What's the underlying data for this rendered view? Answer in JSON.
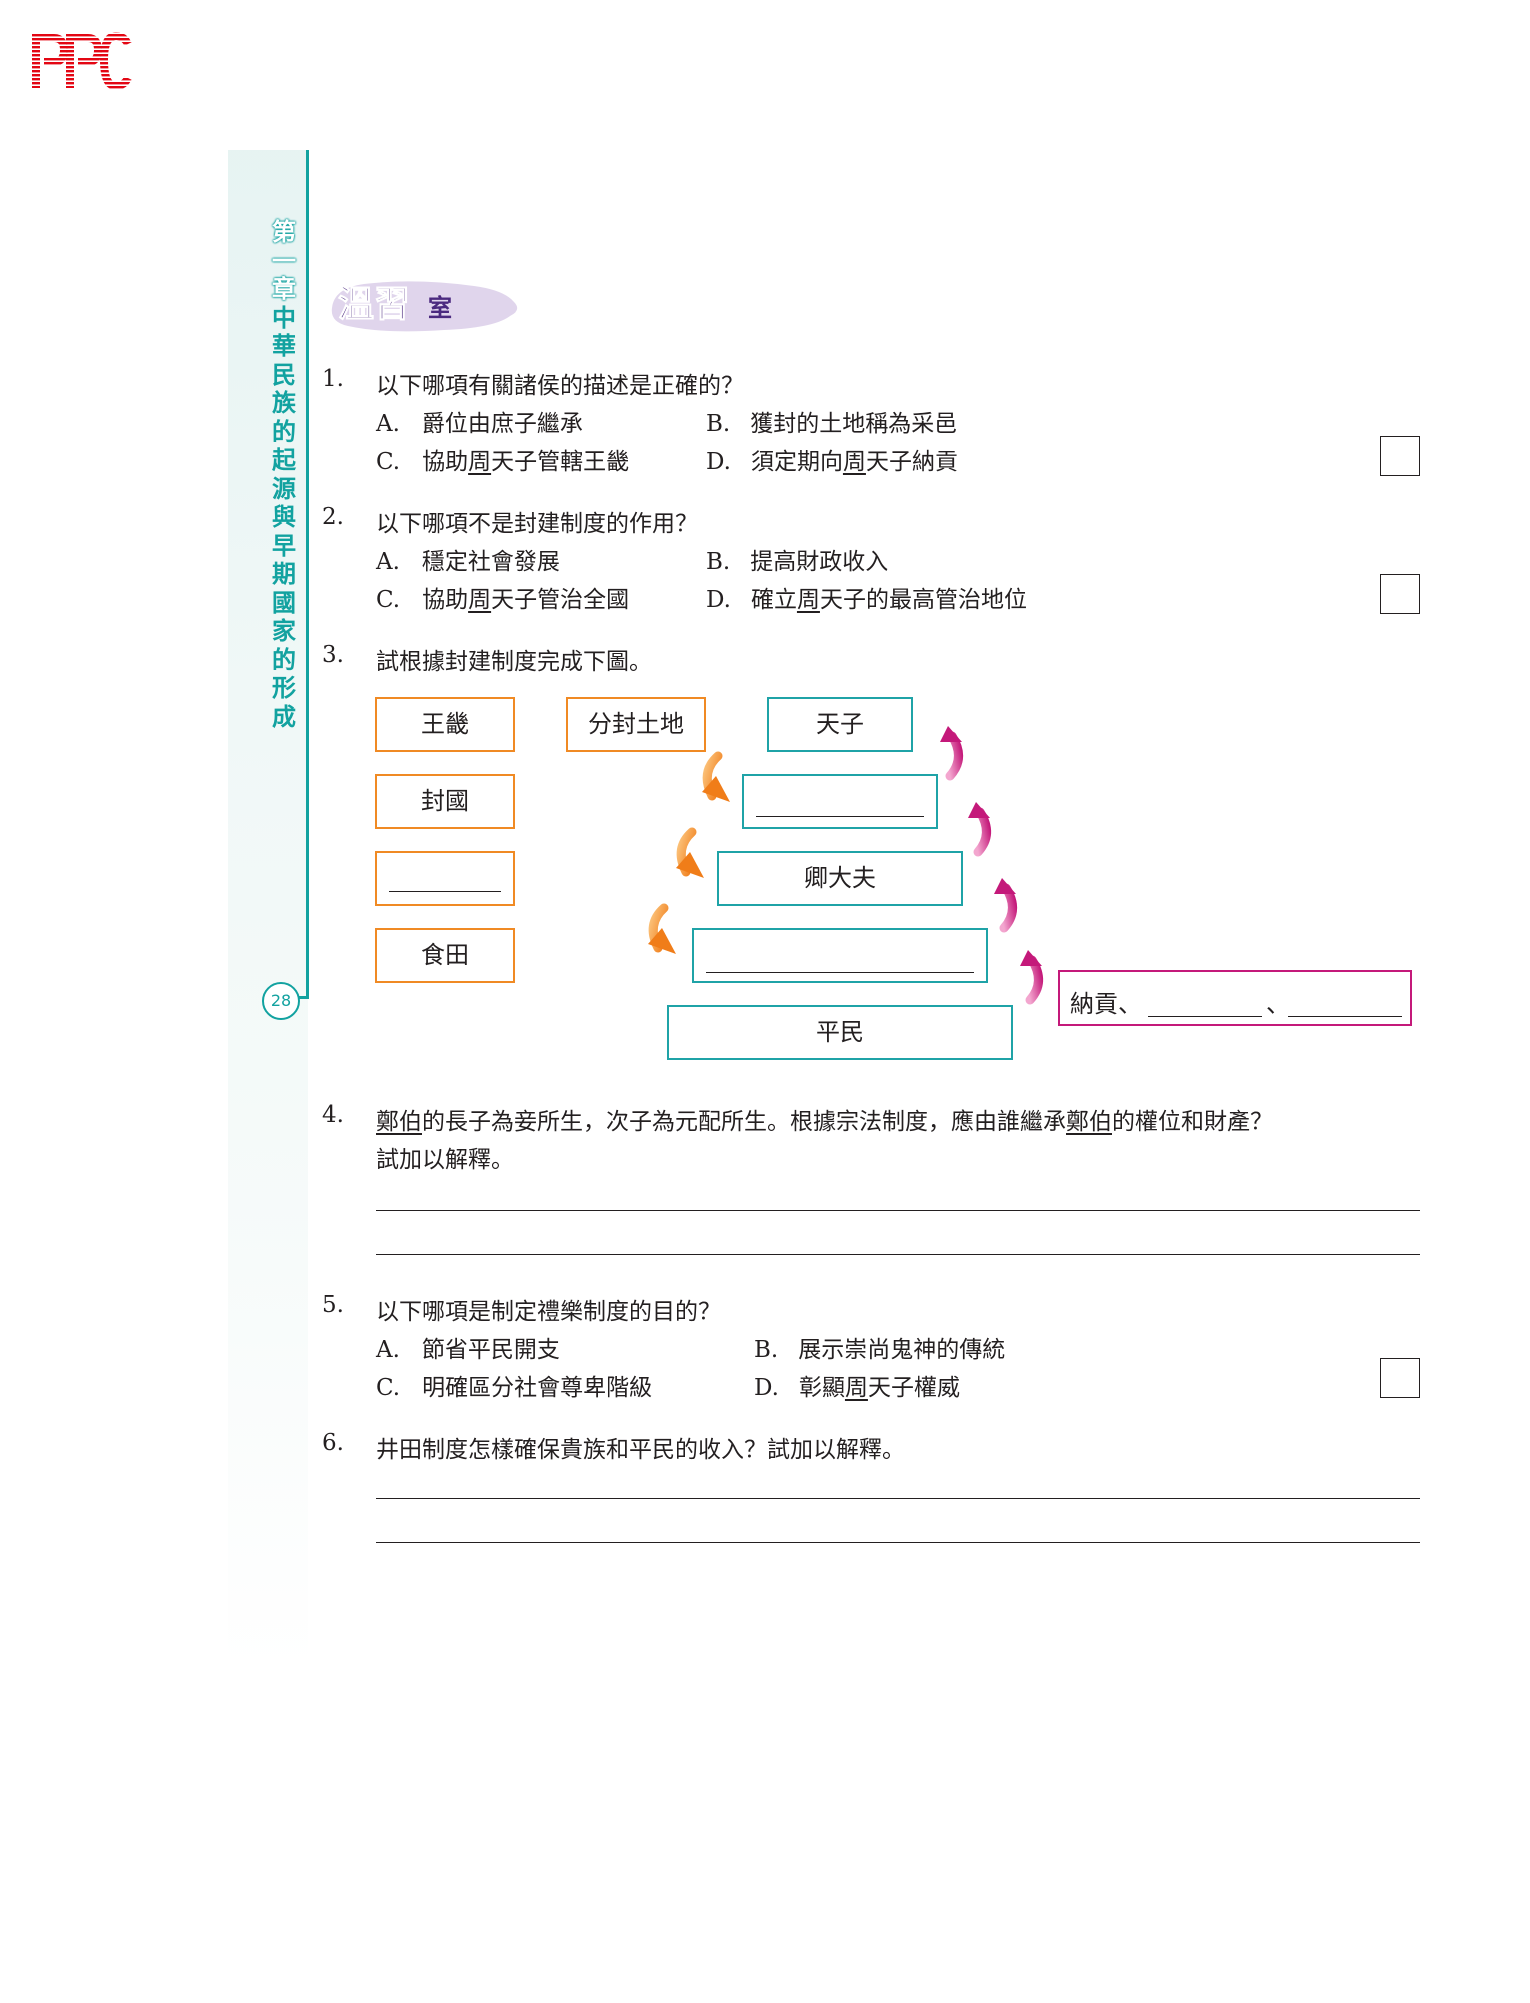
{
  "logo": {
    "text": "PPC",
    "color": "#e30613"
  },
  "sidebar": {
    "chapter_number": "第一章",
    "chapter_title": "中華民族的起源與早期國家的形成",
    "page_number": "28",
    "accent_color": "#12a2a0"
  },
  "section": {
    "title_big": "溫習",
    "title_small": "室",
    "color": "#4b2a7f"
  },
  "q1": {
    "num": "1.",
    "text": "以下哪項有關諸侯的描述是正確的？",
    "options": [
      {
        "label": "A.",
        "text": "爵位由庶子繼承"
      },
      {
        "label": "B.",
        "text": "獲封的土地稱為采邑"
      },
      {
        "label": "C.",
        "pre": "協助",
        "u": "周",
        "post": "天子管轄王畿"
      },
      {
        "label": "D.",
        "pre": "須定期向",
        "u": "周",
        "post": "天子納貢"
      }
    ]
  },
  "q2": {
    "num": "2.",
    "text": "以下哪項不是封建制度的作用？",
    "options": [
      {
        "label": "A.",
        "text": "穩定社會發展"
      },
      {
        "label": "B.",
        "text": "提高財政收入"
      },
      {
        "label": "C.",
        "pre": "協助",
        "u": "周",
        "post": "天子管治全國"
      },
      {
        "label": "D.",
        "pre": "確立",
        "u": "周",
        "post": "天子的最高管治地位"
      }
    ]
  },
  "q3": {
    "num": "3.",
    "text": "試根據封建制度完成下圖。",
    "land_boxes": [
      "王畿",
      "封國",
      "",
      "食田"
    ],
    "center_box": "分封土地",
    "hierarchy": [
      "天子",
      "",
      "卿大夫",
      "",
      "平民"
    ],
    "tribute": {
      "prefix": "納貢、",
      "sep": "、"
    },
    "colors": {
      "orange": "#f08a24",
      "teal": "#1fa3a7",
      "pink": "#c4197a"
    }
  },
  "q4": {
    "num": "4.",
    "u1": "鄭伯",
    "text1": "的長子為妾所生，次子為元配所生。根據宗法制度，應由誰繼承",
    "u2": "鄭伯",
    "text2": "的權位和財產？",
    "line2": "試加以解釋。"
  },
  "q5": {
    "num": "5.",
    "text": "以下哪項是制定禮樂制度的目的？",
    "options": [
      {
        "label": "A.",
        "text": "節省平民開支"
      },
      {
        "label": "B.",
        "text": "展示崇尚鬼神的傳統"
      },
      {
        "label": "C.",
        "text": "明確區分社會尊卑階級"
      },
      {
        "label": "D.",
        "pre": "彰顯",
        "u": "周",
        "post": "天子權威"
      }
    ]
  },
  "q6": {
    "num": "6.",
    "text": "井田制度怎樣確保貴族和平民的收入？試加以解釋。"
  }
}
